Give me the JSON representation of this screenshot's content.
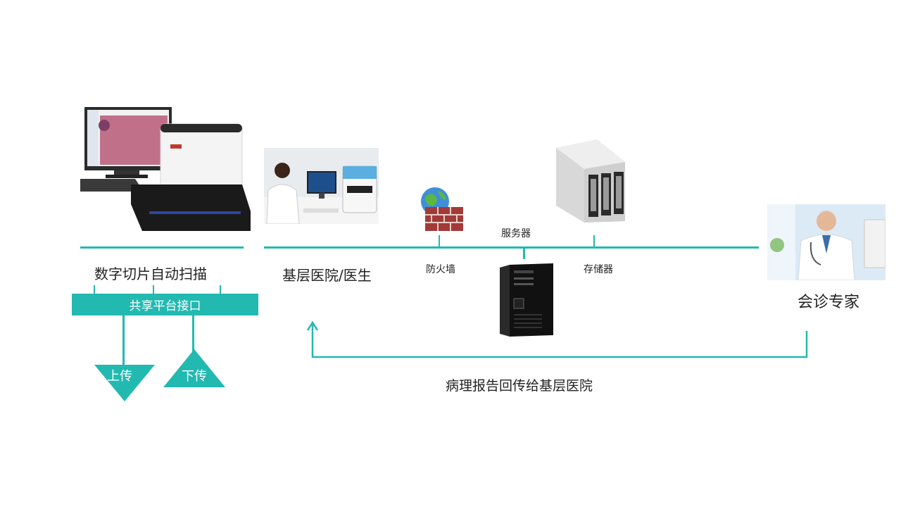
{
  "nodes": {
    "scanner": {
      "label": "数字切片自动扫描"
    },
    "hospital": {
      "label": "基层医院/医生"
    },
    "firewall": {
      "label": "防火墙"
    },
    "server": {
      "label": "服务器"
    },
    "storage": {
      "label": "存储器"
    },
    "expert": {
      "label": "会诊专家"
    }
  },
  "interface": {
    "label": "共享平台接口"
  },
  "upload": {
    "label": "上传"
  },
  "download": {
    "label": "下传"
  },
  "feedback": {
    "label": "病理报告回传给基层医院"
  },
  "colors": {
    "accent": "#22b9b1"
  }
}
